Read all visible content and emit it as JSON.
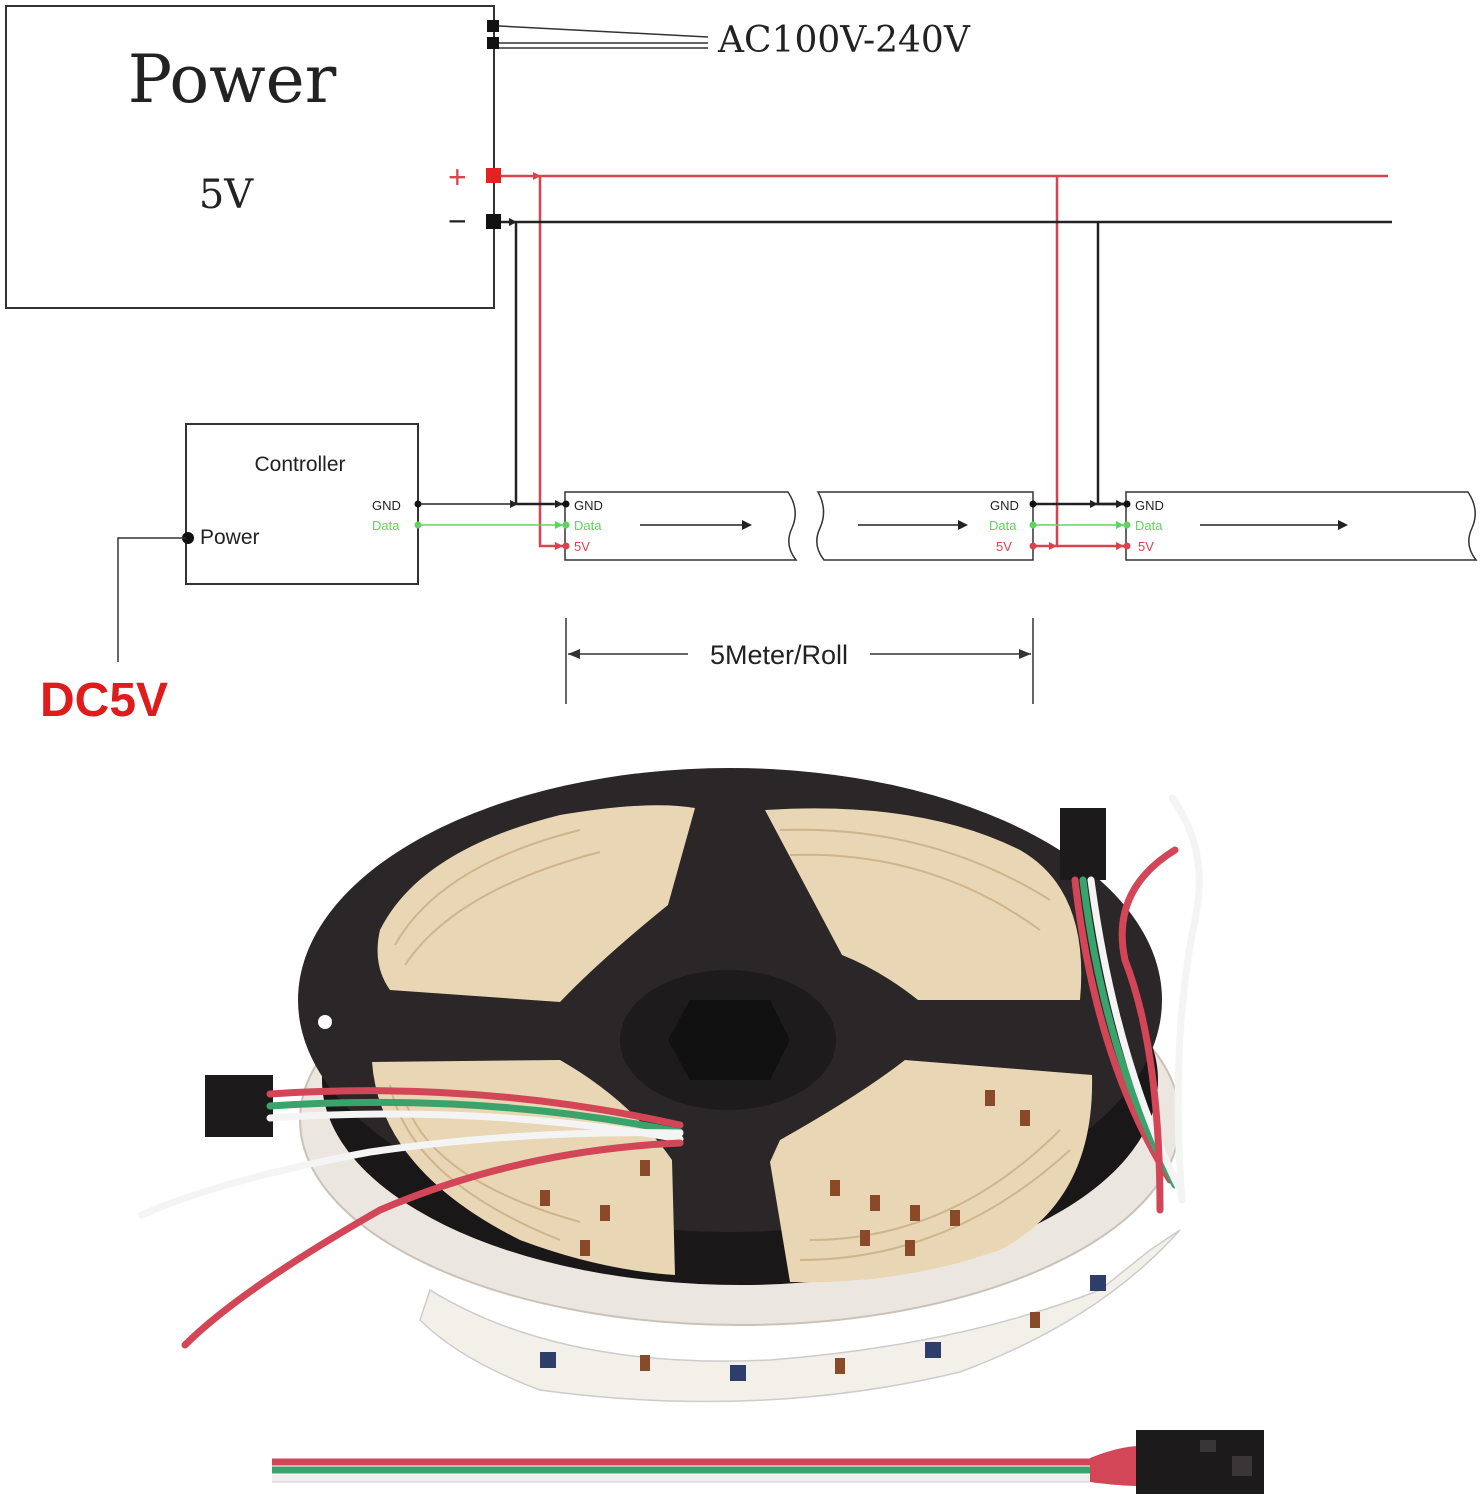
{
  "power_supply": {
    "title": "Power",
    "voltage": "5V",
    "ac_input": "AC100V-240V",
    "plus_sign": "+",
    "minus_sign": "−"
  },
  "controller": {
    "title": "Controller",
    "power_label": "Power",
    "gnd_label": "GND",
    "data_label": "Data"
  },
  "strips": [
    {
      "gnd": "GND",
      "data": "Data",
      "v5": "5V"
    },
    {
      "gnd": "GND",
      "data": "Data",
      "v5": "5V"
    },
    {
      "gnd": "GND",
      "data": "Data",
      "v5": "5V"
    }
  ],
  "length_label": "5Meter/Roll",
  "dc_label": "DC5V",
  "colors": {
    "positive_wire": "#d8434e",
    "negative_wire": "#222222",
    "data_wire": "#5fd35f",
    "dc_label": "#e01b1b",
    "reel": "#2b2728",
    "strip_base": "#e9d6b4",
    "led_chip": "#8a4a2a"
  }
}
